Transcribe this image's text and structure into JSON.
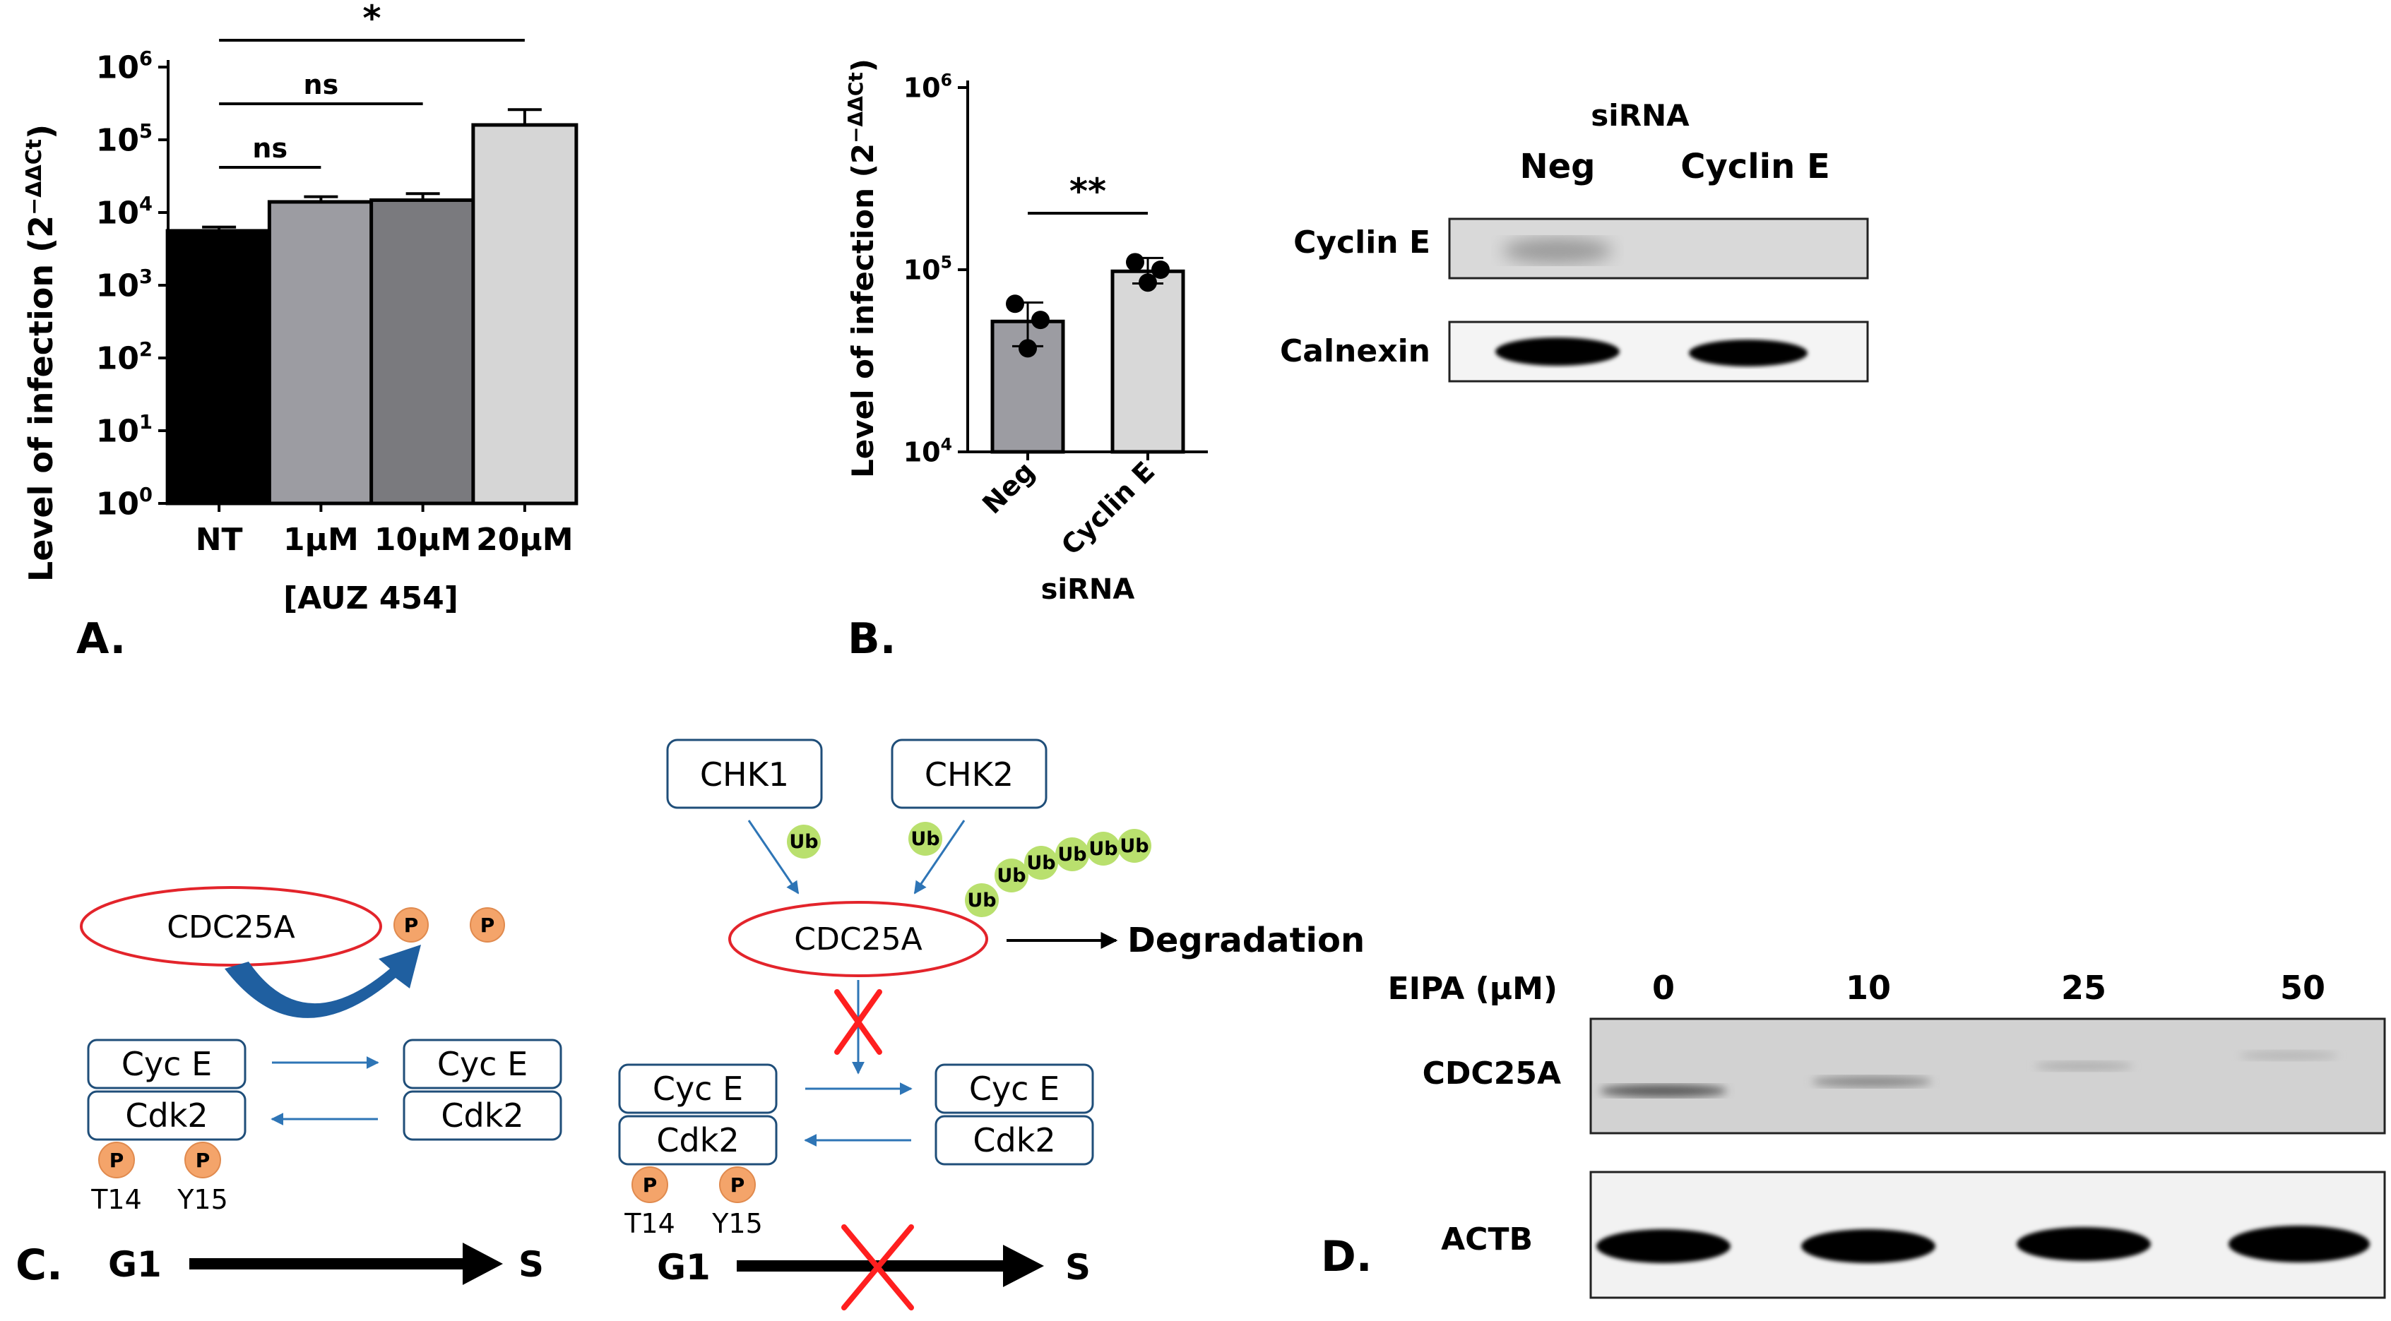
{
  "panels": {
    "a": "A.",
    "b": "B.",
    "c": "C.",
    "d": "D."
  },
  "chart_data": [
    {
      "type": "bar",
      "panel": "A.",
      "ylabel": "Level of infection (2",
      "ylabel_sup": "−ΔΔCt",
      "ylabel_close": ")",
      "xlabel": "[AUZ 454]",
      "scale": "log",
      "ylim": [
        1,
        1000000
      ],
      "yticks": [
        {
          "base": "10",
          "exp": "0",
          "value": 1
        },
        {
          "base": "10",
          "exp": "1",
          "value": 10
        },
        {
          "base": "10",
          "exp": "2",
          "value": 100
        },
        {
          "base": "10",
          "exp": "3",
          "value": 1000
        },
        {
          "base": "10",
          "exp": "4",
          "value": 10000
        },
        {
          "base": "10",
          "exp": "5",
          "value": 100000
        },
        {
          "base": "10",
          "exp": "6",
          "value": 1000000
        }
      ],
      "categories": [
        "NT",
        "1µM",
        "10µM",
        "20µM"
      ],
      "values": [
        5600,
        14000,
        14800,
        160000
      ],
      "errors_upper": [
        6300,
        16500,
        18200,
        260000
      ],
      "colors": [
        "#000000",
        "#9c9ca2",
        "#7a7a7e",
        "#d6d6d6"
      ],
      "significance": [
        {
          "from": 0,
          "to": 1,
          "label": "ns"
        },
        {
          "from": 0,
          "to": 2,
          "label": "ns"
        },
        {
          "from": 0,
          "to": 3,
          "label": "*"
        }
      ]
    },
    {
      "type": "bar",
      "panel": "B.",
      "ylabel": "Level of infection (2",
      "ylabel_sup": "−ΔΔCt",
      "ylabel_close": ")",
      "xlabel": "siRNA",
      "scale": "log",
      "ylim": [
        10000,
        1000000
      ],
      "yticks": [
        {
          "base": "10",
          "exp": "4",
          "value": 10000
        },
        {
          "base": "10",
          "exp": "5",
          "value": 100000
        },
        {
          "base": "10",
          "exp": "6",
          "value": 1000000
        }
      ],
      "categories": [
        "Neg",
        "Cyclin E"
      ],
      "values": [
        52000,
        98000
      ],
      "errors": [
        [
          38000,
          66000
        ],
        [
          84000,
          116000
        ]
      ],
      "points": [
        [
          65000,
          53000,
          37000
        ],
        [
          110000,
          100000,
          85000
        ]
      ],
      "colors": [
        "#9c9ca2",
        "#d8d8d8"
      ],
      "significance": [
        {
          "from": 0,
          "to": 1,
          "label": "**"
        }
      ]
    }
  ],
  "blot_b": {
    "header": "siRNA",
    "lanes": [
      "Neg",
      "Cyclin E"
    ],
    "rows": [
      "Cyclin E",
      "Calnexin"
    ]
  },
  "blot_d": {
    "label": "EIPA (µM)",
    "lanes": [
      "0",
      "10",
      "25",
      "50"
    ],
    "rows": [
      "CDC25A",
      "ACTB"
    ]
  },
  "diagram": {
    "cdc25a": "CDC25A",
    "chk1": "CHK1",
    "chk2": "CHK2",
    "cyc_e": "Cyc E",
    "cdk2": "Cdk2",
    "p": "P",
    "ub": "Ub",
    "t14": "T14",
    "y15": "Y15",
    "degradation": "Degradation",
    "g1": "G1",
    "s": "S"
  },
  "colors": {
    "box": "#1f4e79",
    "arrow": "#2e75b6",
    "ellipse": "#e3242b",
    "phospho": "#f4a46a",
    "ubiquitin": "#b9e06e",
    "cross": "#ff1f1f"
  }
}
